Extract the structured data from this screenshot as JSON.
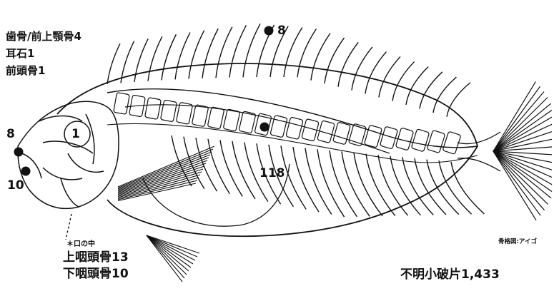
{
  "labels": {
    "jaw": "歯骨/前上顎骨4",
    "otolith": "耳石1",
    "prefrontal": "前頭骨1",
    "dorsal_count": "8",
    "vertebra_count": "118",
    "head_upper_count": "8",
    "head_lower_count": "10",
    "otolith_marker": "1",
    "mouth_note": "＊口の中",
    "upper_pharyngeal": "上咽頭骨13",
    "lower_pharyngeal": "下咽頭骨10",
    "unknown_fragments": "不明小破片1,433",
    "caption": "骨格図:アイゴ"
  }
}
